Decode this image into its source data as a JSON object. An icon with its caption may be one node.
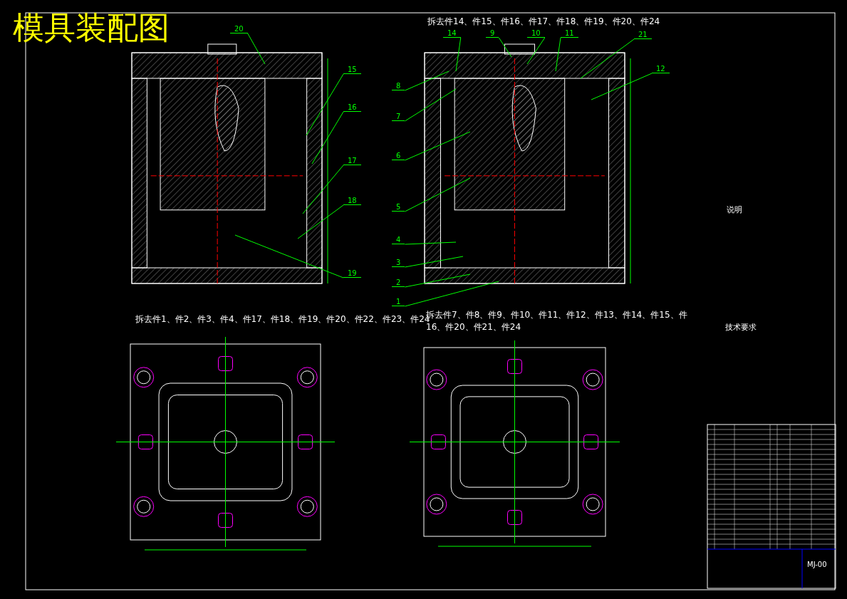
{
  "diagram": {
    "title": "模具装配图",
    "nodes": [
      {
        "text": [
          "20"
        ]
      },
      {
        "text": [
          "15"
        ]
      },
      {
        "text": [
          "16"
        ]
      },
      {
        "text": [
          "17"
        ]
      },
      {
        "text": [
          "18"
        ]
      },
      {
        "text": [
          "19"
        ]
      },
      {
        "text": [
          "14"
        ]
      },
      {
        "text": [
          "9"
        ]
      },
      {
        "text": [
          "10"
        ]
      },
      {
        "text": [
          "11"
        ]
      },
      {
        "text": [
          "21"
        ]
      },
      {
        "text": [
          "12"
        ]
      },
      {
        "text": [
          "8"
        ]
      },
      {
        "text": [
          "7"
        ]
      },
      {
        "text": [
          "6"
        ]
      },
      {
        "text": [
          "5"
        ]
      },
      {
        "text": [
          "4"
        ]
      },
      {
        "text": [
          "3"
        ]
      },
      {
        "text": [
          "2"
        ]
      },
      {
        "text": [
          "1"
        ]
      }
    ],
    "edges": [
      {
        "from": 0,
        "to": null,
        "arrow": "none"
      },
      {
        "from": 1,
        "to": null,
        "arrow": "none"
      },
      {
        "from": 2,
        "to": null,
        "arrow": "none"
      },
      {
        "from": 3,
        "to": null,
        "arrow": "none"
      },
      {
        "from": 4,
        "to": null,
        "arrow": "none"
      },
      {
        "from": 5,
        "to": null,
        "arrow": "none"
      },
      {
        "from": 6,
        "to": null,
        "arrow": "none"
      },
      {
        "from": 7,
        "to": null,
        "arrow": "none"
      },
      {
        "from": 8,
        "to": null,
        "arrow": "none"
      },
      {
        "from": 9,
        "to": null,
        "arrow": "none"
      },
      {
        "from": 10,
        "to": null,
        "arrow": "none"
      },
      {
        "from": 11,
        "to": null,
        "arrow": "none"
      },
      {
        "from": 12,
        "to": null,
        "arrow": "none"
      },
      {
        "from": 13,
        "to": null,
        "arrow": "none"
      },
      {
        "from": 14,
        "to": null,
        "arrow": "none"
      },
      {
        "from": 15,
        "to": null,
        "arrow": "none"
      },
      {
        "from": 16,
        "to": null,
        "arrow": "none"
      },
      {
        "from": 17,
        "to": null,
        "arrow": "none"
      },
      {
        "from": 18,
        "to": null,
        "arrow": "none"
      },
      {
        "from": 19,
        "to": null,
        "arrow": "none"
      }
    ],
    "labels": [
      "拆去件14、件15、件16、件17、件18、件19、件20、件24",
      "说明",
      "拆去件1、件2、件3、件4、件17、件18、件19、件20、件22、件23、件24",
      "拆去件7、件8、件9、件10、件11、件12、件13、件14、件15、件16、件20、件21、件24",
      "技术要求",
      "MJ-00"
    ]
  }
}
